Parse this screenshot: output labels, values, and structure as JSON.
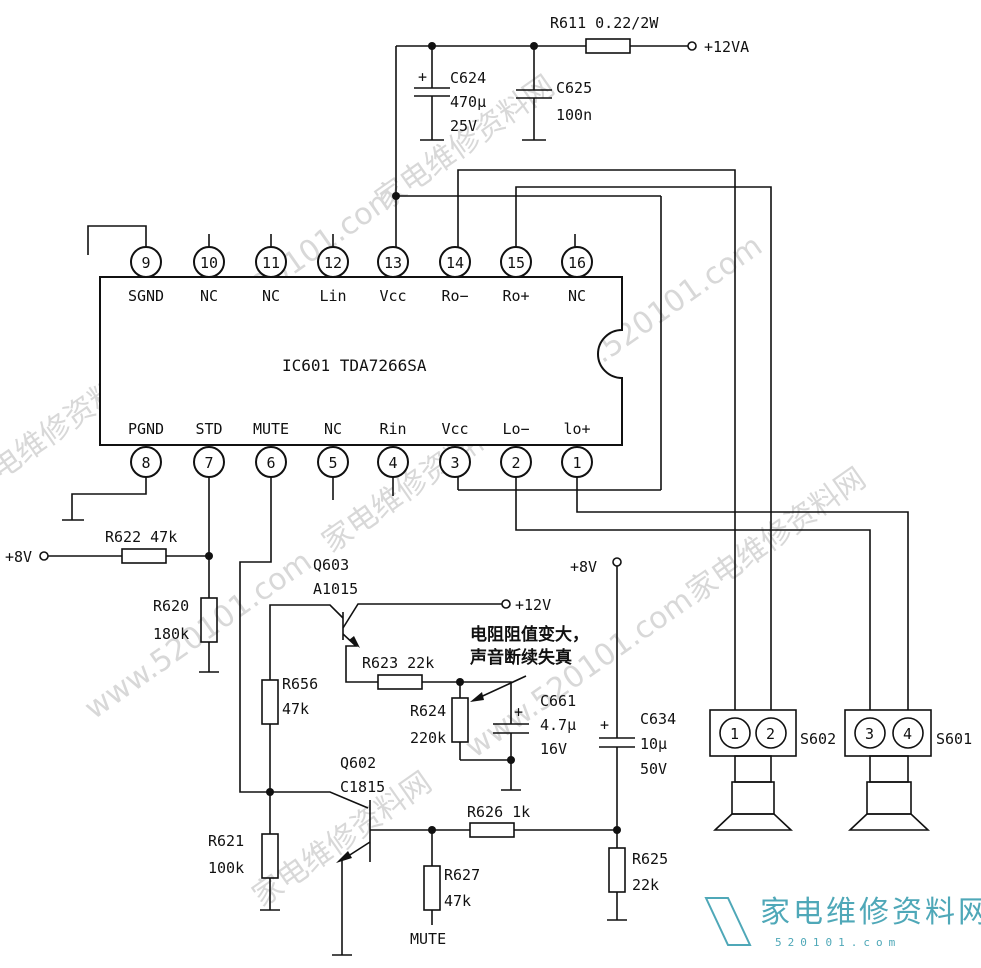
{
  "ic": {
    "name": "IC601 TDA7266SA",
    "top_pins": [
      {
        "num": "9",
        "label": "SGND"
      },
      {
        "num": "10",
        "label": "NC"
      },
      {
        "num": "11",
        "label": "NC"
      },
      {
        "num": "12",
        "label": "Lin"
      },
      {
        "num": "13",
        "label": "Vcc"
      },
      {
        "num": "14",
        "label": "Ro−"
      },
      {
        "num": "15",
        "label": "Ro+"
      },
      {
        "num": "16",
        "label": "NC"
      }
    ],
    "bottom_pins": [
      {
        "num": "8",
        "label": "PGND"
      },
      {
        "num": "7",
        "label": "STD"
      },
      {
        "num": "6",
        "label": "MUTE"
      },
      {
        "num": "5",
        "label": "NC"
      },
      {
        "num": "4",
        "label": "Rin"
      },
      {
        "num": "3",
        "label": "Vcc"
      },
      {
        "num": "2",
        "label": "Lo−"
      },
      {
        "num": "1",
        "label": "lo+"
      }
    ]
  },
  "components": {
    "r611": "R611  0.22/2W",
    "vcc12va": "+12VA",
    "c624_name": "C624",
    "c624_val1": "470μ",
    "c624_val2": "25V",
    "c625_name": "C625",
    "c625_val": "100n",
    "r622": "R622  47k",
    "v8_left": "+8V",
    "r620_name": "R620",
    "r620_val": "180k",
    "q603_name": "Q603",
    "q603_type": "A1015",
    "v12": "+12V",
    "v8_right": "+8V",
    "r623": "R623  22k",
    "r656_name": "R656",
    "r656_val": "47k",
    "r624_name": "R624",
    "r624_val": "220k",
    "c661_name": "C661",
    "c661_val1": "4.7μ",
    "c661_val2": "16V",
    "c634_name": "C634",
    "c634_val1": "10μ",
    "c634_val2": "50V",
    "q602_name": "Q602",
    "q602_type": "C1815",
    "r626": "R626  1k",
    "r621_name": "R621",
    "r621_val": "100k",
    "r627_name": "R627",
    "r627_val": "47k",
    "mute": "MUTE",
    "r625_name": "R625",
    "r625_val": "22k"
  },
  "annotation": {
    "line1": "电阻阻值变大，",
    "line2": "声音断续失真"
  },
  "speakers": {
    "s602_label": "S602",
    "s602_pins": [
      "1",
      "2"
    ],
    "s601_label": "S601",
    "s601_pins": [
      "3",
      "4"
    ]
  },
  "watermark": {
    "text": "家电维修资料网",
    "url": "www.520101.com",
    "logo_cn": "家电维修资料网",
    "logo_num": "520101.com"
  }
}
